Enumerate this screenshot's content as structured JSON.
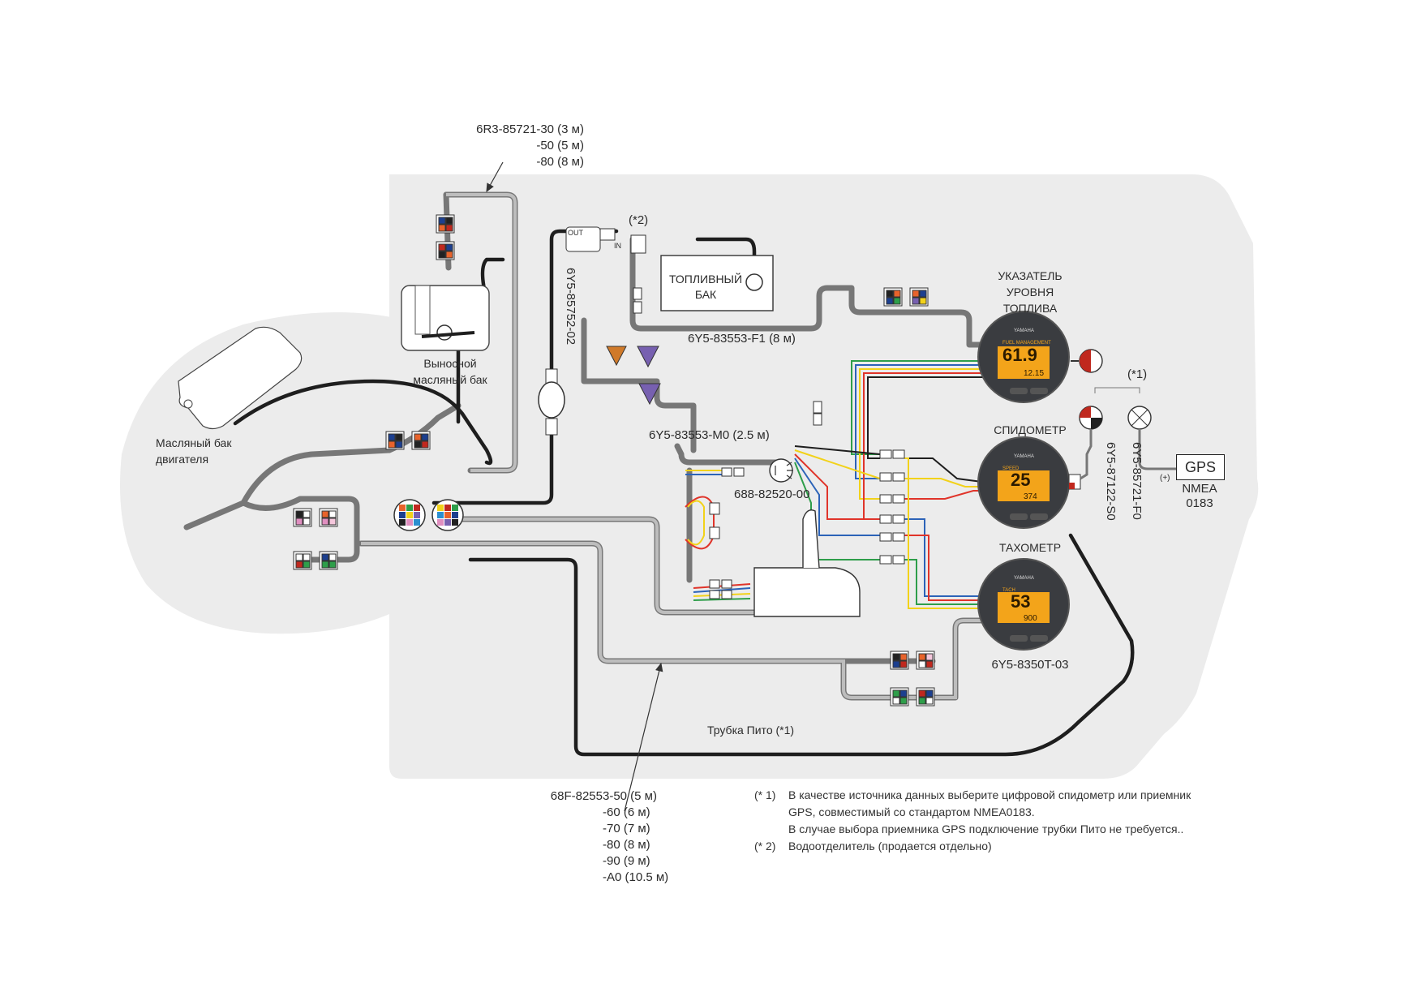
{
  "labels": {
    "oil_hose_line1": "6R3-85721-30 (3 м)",
    "oil_hose_line2": "-50 (5 м)",
    "oil_hose_line3": "-80 (8 м)",
    "remote_oil_tank_line1": "Выносной",
    "remote_oil_tank_line2": "масляный бак",
    "engine_oil_tank_line1": "Масляный бак",
    "engine_oil_tank_line2": "двигателя",
    "fuel_tank_line1": "ТОПЛИВНЫЙ",
    "fuel_tank_line2": "БАК",
    "water_separator_note": "(*2)",
    "fuel_flow_sensor_part": "6Y5-85752-02",
    "fuel_level_harness": "6Y5-83553-F1 (8 м)",
    "fuel_gauge_line1": "УКАЗАТЕЛЬ",
    "fuel_gauge_line2": "УРОВНЯ",
    "fuel_gauge_line3": "ТОПЛИВА",
    "speedometer": "СПИДОМЕТР",
    "tachometer": "ТАХОМЕТР",
    "tach_part": "6Y5-8350T-03",
    "junction_harness": "6Y5-83553-M0 (2.5 м)",
    "buzzer_part": "688-82520-00",
    "speed_sensor_part": "6Y5-87122-S0",
    "gps_cable_part": "6Y5-85721-F0",
    "gps_note": "(*1)",
    "gps_plus": "(+)",
    "gps_box": "GPS",
    "gps_nmea_line1": "NMEA",
    "gps_nmea_line2": "0183",
    "pitot_tube": "Трубка Пито (*1)",
    "main_harness_line1": "68F-82553-50 (5 м)",
    "main_harness_line2": "-60 (6 м)",
    "main_harness_line3": "-70 (7 м)",
    "main_harness_line4": "-80 (8 м)",
    "main_harness_line5": "-90 (9 м)",
    "main_harness_line6": "-A0 (10.5 м)",
    "flow_out": "OUT",
    "flow_in": "IN"
  },
  "gauges": {
    "fuel": {
      "header": "FUEL MANAGEMENT",
      "value_main": "61.9",
      "value_sub": "12.15",
      "brand": "YAMAHA"
    },
    "speed": {
      "header": "SPEED",
      "value_main": "25",
      "value_sub": "374",
      "brand": "YAMAHA"
    },
    "tach": {
      "header": "TACH",
      "value_main": "53",
      "value_sub": "900",
      "brand": "YAMAHA"
    }
  },
  "notes": [
    {
      "marker": "(* 1)",
      "lines": [
        "В качестве источника данных выберите цифровой спидометр или приемник",
        "GPS, совместимый со стандартом NMEA0183.",
        "В случае выбора приемника GPS подключение трубки Пито не требуется.."
      ]
    },
    {
      "marker": "(* 2)",
      "lines": [
        "Водоотделитель (продается отдельно)"
      ]
    }
  ],
  "colors": {
    "background_zone": "#ececec",
    "hose_gray": "#9a9a9a",
    "black_line": "#1e1e1e",
    "wire_yellow": "#f2d21a",
    "wire_red": "#e0342a",
    "wire_blue": "#2c63b8",
    "wire_green": "#2e9e4a",
    "lcd_amber": "#f3a41a",
    "gauge_body": "#3a3c40"
  }
}
